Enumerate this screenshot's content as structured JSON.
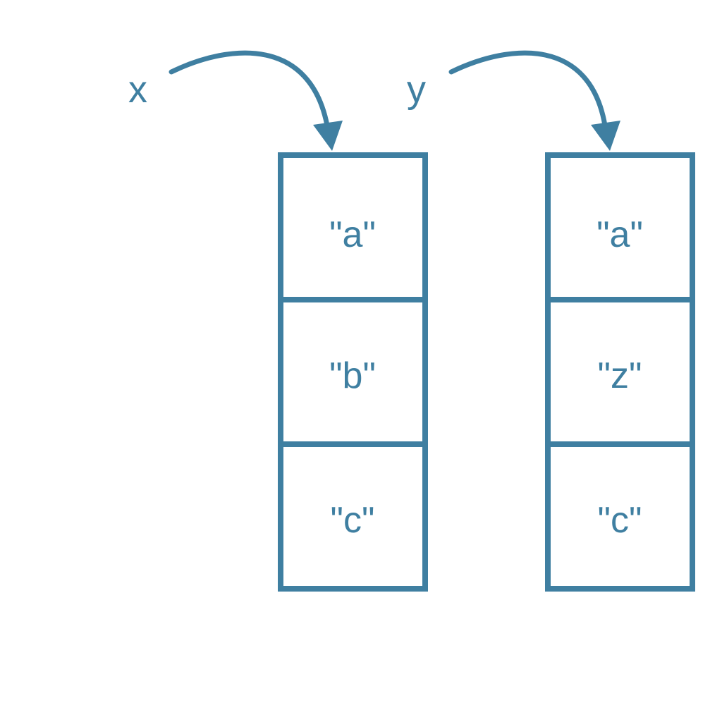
{
  "colors": {
    "primary": "#3f7fa1",
    "background": "#ffffff"
  },
  "variables": [
    {
      "name": "x",
      "cells": [
        "\"a\"",
        "\"b\"",
        "\"c\""
      ]
    },
    {
      "name": "y",
      "cells": [
        "\"a\"",
        "\"z\"",
        "\"c\""
      ]
    }
  ]
}
